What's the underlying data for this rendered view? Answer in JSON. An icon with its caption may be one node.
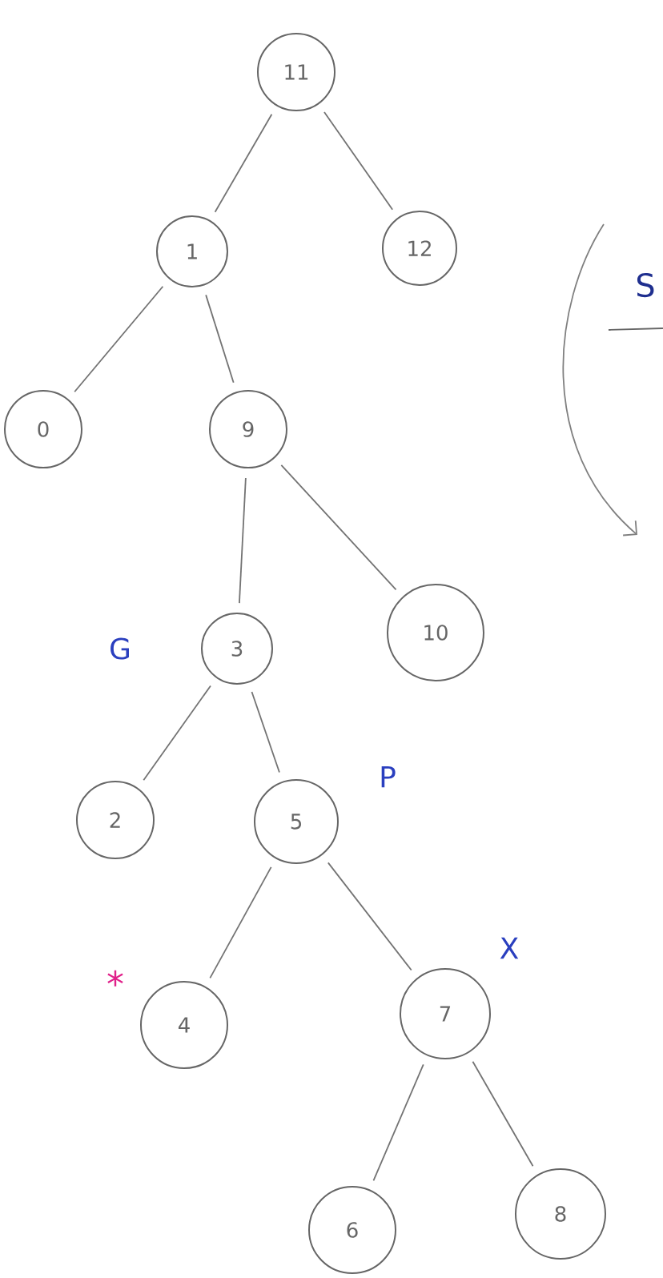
{
  "diagram": {
    "nodes": [
      {
        "text": [
          "11"
        ]
      },
      {
        "text": [
          "1"
        ]
      },
      {
        "text": [
          "12"
        ]
      },
      {
        "text": [
          "0"
        ]
      },
      {
        "text": [
          "9"
        ]
      },
      {
        "text": [
          "3"
        ]
      },
      {
        "text": [
          "10"
        ]
      },
      {
        "text": [
          "2"
        ]
      },
      {
        "text": [
          "5"
        ]
      },
      {
        "text": [
          "4"
        ]
      },
      {
        "text": [
          "7"
        ]
      },
      {
        "text": [
          "6"
        ]
      },
      {
        "text": [
          "8"
        ]
      }
    ],
    "edges": [
      {
        "from": 0,
        "to": 1,
        "arrow": "none"
      },
      {
        "from": 0,
        "to": 2,
        "arrow": "none"
      },
      {
        "from": 1,
        "to": 3,
        "arrow": "none"
      },
      {
        "from": 1,
        "to": 4,
        "arrow": "none"
      },
      {
        "from": 4,
        "to": 5,
        "arrow": "none"
      },
      {
        "from": 4,
        "to": 6,
        "arrow": "none"
      },
      {
        "from": 5,
        "to": 7,
        "arrow": "none"
      },
      {
        "from": 5,
        "to": 8,
        "arrow": "none"
      },
      {
        "from": 8,
        "to": 9,
        "arrow": "none"
      },
      {
        "from": 8,
        "to": 10,
        "arrow": "none"
      },
      {
        "from": 10,
        "to": 11,
        "arrow": "none"
      },
      {
        "from": 10,
        "to": 12,
        "arrow": "none"
      }
    ],
    "labels": [
      "S",
      "G",
      "P",
      "X",
      "*"
    ]
  }
}
